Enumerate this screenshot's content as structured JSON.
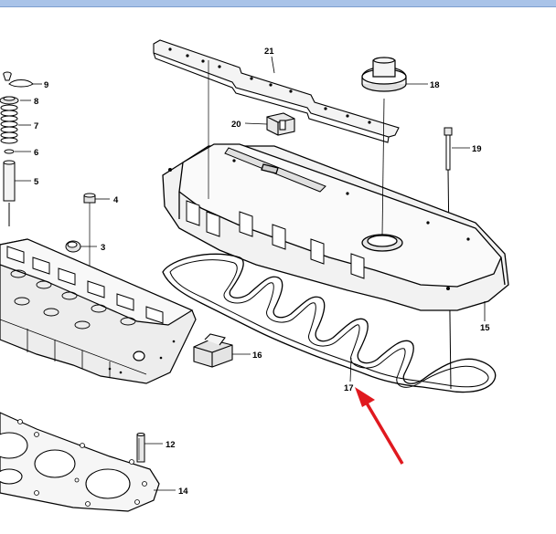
{
  "colors": {
    "topbar": "#a9c3e8",
    "topbar_edge": "#7d9fcf",
    "ink": "#000000",
    "fill_light": "#f2f2f2",
    "fill_mid": "#d6d6d6",
    "arrow": "#e0191f"
  },
  "callouts": {
    "n3": "3",
    "n4": "4",
    "n5": "5",
    "n6": "6",
    "n7": "7",
    "n8": "8",
    "n9": "9",
    "n12": "12",
    "n14": "14",
    "n15": "15",
    "n16": "16",
    "n17": "17",
    "n18": "18",
    "n19": "19",
    "n20": "20",
    "n21": "21"
  },
  "highlight": {
    "target_part": "17",
    "arrow_icon": "red-arrow-icon"
  }
}
